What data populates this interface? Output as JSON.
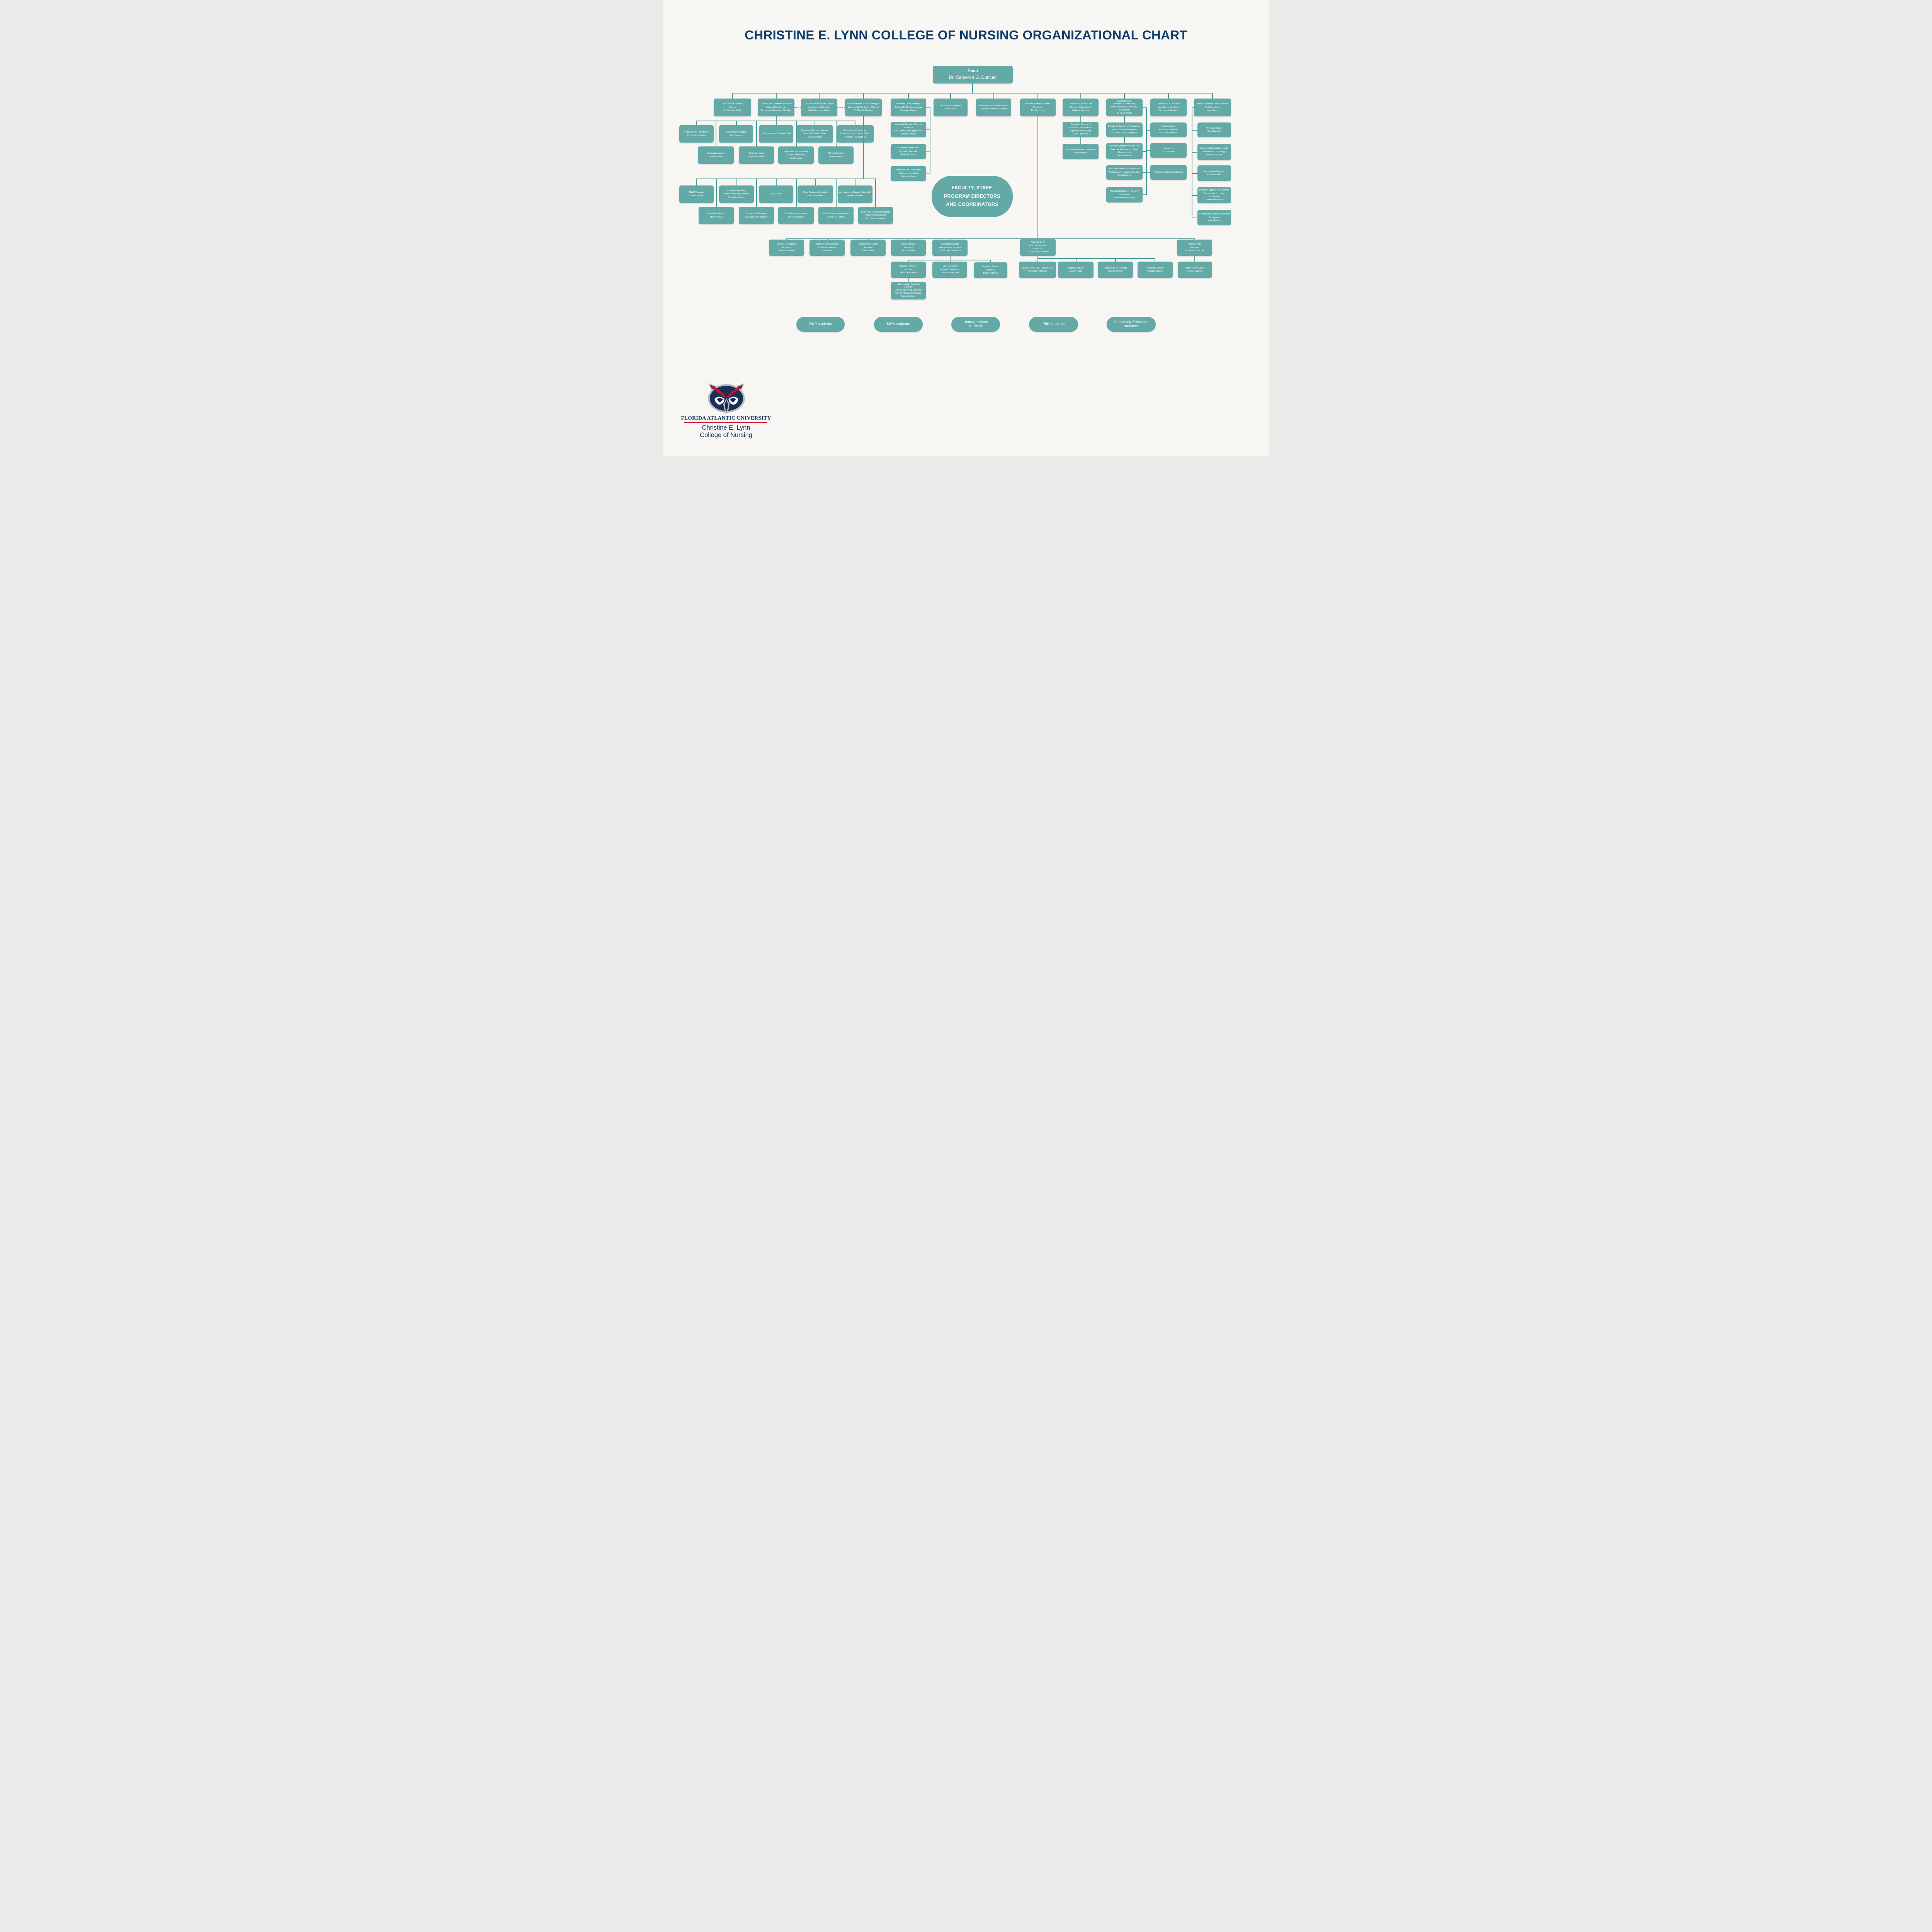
{
  "title": "CHRISTINE E. LYNN COLLEGE OF NURSING ORGANIZATIONAL CHART",
  "colors": {
    "teal_box": "#63aaa7",
    "teal_line": "#4e9c99",
    "navy": "#0e3d6c",
    "fau_navy": "#14355f",
    "fau_red": "#c8102e",
    "background": "#f7f6f3"
  },
  "icons": {
    "logo": "fau-owl-logo"
  },
  "dean": {
    "role": "Dean",
    "name": "Dr. Cameron G. Duncan"
  },
  "boxes": {
    "anne_boykin": "Anne Boykin Institute\nDirector\nDr. Marlaine Smith",
    "fau_ncha": "FAU/NCHA Community Health\nCenter Clinic Director\nDr. Monica Roundtree Cleckley",
    "dir_finance_clinical": "Director of Finance for Clinical\nPrograms and Services\nMindy Borchardt-Bastin",
    "louis_green": "Louis and Anne Green Memory &\nWellness Center Interim Director\nDr. Alice W. Brumley",
    "asst_dean_strategic": "Assistant Dean, Strategic\nAffairs & Public Engagement\nSuzanne Ffolkes",
    "dir_development": "Director of Development\nJillian Baker",
    "assoc_dean_assessment": "Associate Dean of Assessment,\nEvaluation, and Accreditation",
    "assoc_dean_academic": "Associate Dean Academic\nPrograms\nDr. Joy Longo",
    "dir_financial_personnel": "Director of Financial and\nPersonnel Operations\nKadeem Samuels",
    "assoc_dean_research": "Associate Dean\nResearch & Scholarship\nOffice of Nursing Research &\nScholarship\nDr. Candy Wilson",
    "coord_exec_asst": "Coordinator & Executive\nAssistant to the Dean\nBernadette Bastien",
    "sr_exec_dir_it": "Senior Executive Director, Health\nIT & Operations\nJony Singh",
    "family_np": "Family Nurse Practitioner\nDr. Dimeka Darville",
    "ops_manager": "Operations Manager\nJulia Gorman",
    "ub_kinsey": "UB Kinsey and Westgate Staff",
    "rn_primary": "Registered Nurse in Primary\nCare/ HRSA MHU Grant\nGoece Charles",
    "social_work_coord": "Social Work Coordinator,\nLicensed Clinical Social Worker\nKaelonni Rae Dorcius",
    "medical_asst": "Medical Assistant\nJean Apolliner",
    "clinic_sched_flores": "Clinic Scheduler\nStephanie Flores",
    "psych_np": "Psychiatric Mental Health\nNurse Practitioner\nDr. Eric Malz",
    "clinic_sched_rathod": "Clinic Scheduler\nMeenal Rathod",
    "mwc_manager": "MWC Manager\nKrista Landells",
    "business_asst": "Business Assistant,\nFinance Auxiliary Services\nFrantzlida Joseph",
    "mwc_staff": "MWC Staff",
    "clinic_asst_sched": "Clinic Assistant/Scheduler\nDiala Aboulaban",
    "admin_support": "Administrative Support Specialist\nAndrea Williams",
    "np_drake": "Nurse Practitioner\nTiffinny Drake",
    "social_case_mgr": "Social Case Manager\nLaquisha Jean Baptiste",
    "adult_day_nurse": "Adult Day Center Nurse\nSophia Robinson",
    "clinical_neuropsych": "Clinical Neuropsychologist\nDr. Lisa K. Lashley",
    "lead_researcher": "Lead Researcher and Student\nPlacement Specialist\nDr. Jo Ann Bamdas",
    "asst_dir_alumni": "Assistant Director of Alumni\nRelations\nand Community Engagement\nJeaneen Muller",
    "comms_marketing": "Communications and\nMarketing Specialist\nAgrippina Fadel",
    "recruiter_outreach": "Recruiter and Community\nOutreach Specialist\nAlyssa Ledwon",
    "assoc_dir_business": "Associate Director of\nBusiness Operations &\nLogistical Partnerships\nEvan Lawrence",
    "fiscal_admin_coord": "Fiscal Administrative Coordinator\nRobson Lima",
    "dir_research": "Director of Research, Scholarship,\nand Sponsored Programs\nDr. Janell Carroll-Wildgoose",
    "assoc_dir_grant": "Associate Director for Research\nFinancial Services and Grant\nManagement\nSuzanne Davis",
    "assoc_dir_programs": "Associate Director for Research\nPrograms and Financial Services\nEva Hashemi",
    "asst_dir_research_ops": "Assistant Director of Research\nOperations\nCassandra Anne Boyer",
    "statistician_newman": "Statistician &\nAssociate Professor\nDr. David Newman",
    "statistician_holt": "Statistician\nDr. Janet Holt",
    "postdoc_fellows": "Postdoctoral Research Fellows",
    "web_developer": "Web Developerr\nCraig Lasrado",
    "sysadmin_hit": "System Administrator, Health\nInformation Technology\nSnyder Dieurestil",
    "instructional_designer": "Instructional Designer\nDr. Veronica Diaz",
    "health_it_support": "Health IT Support and Systems\nTechnician Information\nTechnology\nJoshua Evangelista",
    "it_technician": "IT Technician, Health Information\nTechnology\nKyler Mallonn",
    "dir_academic_programs": "Director of Academic\nPrograms\nValentine Etienne",
    "background_specialist": "Background Specialist\nColleen Alcantara-\nSlocombe",
    "clinical_onboarding": "Clinical Onboarding\nSpecialist\nJanice Miller",
    "davie_secretary": "Davie Campus\nSecretary\nAlice Montford",
    "asst_dean_ug": "Assistant Dean for\nUndergraduate Programs\nDr. Michelle Broadbent",
    "asst_dean_grad": "Assistant Dean\nGraduate Practice\nPrograms\nDr. Katherine Chadwell",
    "dir_phd": "Director PhD\nProgram\nDr. Howard Butcher",
    "dir_student_services": "Director of Student\nServices\nJavaris Hammond",
    "davie_program_coord": "Davie Campus\nProgram Coordinator\nVanessa Robinson",
    "secretary_student": "Secretary, Student\nServices\nBelinda Murray",
    "dir_dnp": "Director of the DNP Program and\nAssociate/Professor",
    "advisor_lotito": "Academic Advisor\nJoseph Lotito",
    "clinical_site_coord": "Clinical Site Coordinator\nCharles Owens",
    "advisor_beasley": "Academic Advisor\nAmanda Beasley",
    "phd_advisor": "PhD Program Advisor\nGerardo Guzman",
    "ug_advisors": "Undergraduate Academic\nAdvisors:\nJavaris Hammond, Latchmin\nHarrilal, Marqueshia Cooper,\nCarla Davidson"
  },
  "blob": "FACULTY, STAFF,\nPROGRAM DIRECTORS\nAND COORDINATORS",
  "pills": {
    "dnp": "DNP students",
    "msn": "MSN students",
    "undergraduate": "Undergraduate\nstudents",
    "phd": "PhD students",
    "continuing_ed": "Continuing Education\nstudents"
  },
  "footer": {
    "university": "FLORIDA ATLANTIC UNIVERSITY",
    "college": "Christine E. Lynn\nCollege of Nursing"
  }
}
